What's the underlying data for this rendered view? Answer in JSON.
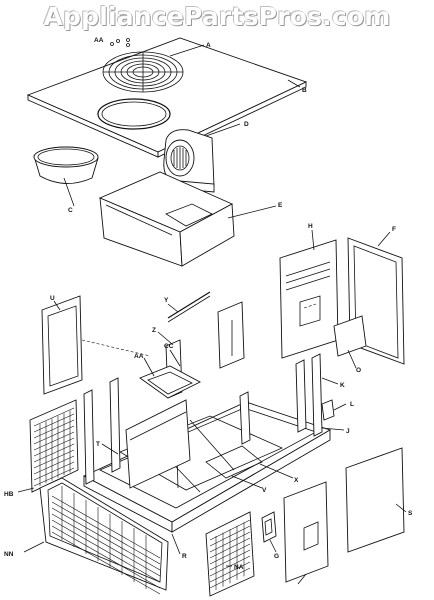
{
  "watermark": "AppliancePartsPros.com",
  "callouts": {
    "A": "A",
    "AA": "AA",
    "B": "B",
    "C": "C",
    "CC": "CC",
    "D": "D",
    "E": "E",
    "F": "F",
    "G": "G",
    "H": "H",
    "HB": "HB",
    "J": "J",
    "K": "K",
    "L": "L",
    "NA": "NA",
    "NN": "NN",
    "O": "O",
    "R": "R",
    "S": "S",
    "T": "T",
    "U": "U",
    "V": "V",
    "X": "X",
    "Y": "Y",
    "Z": "Z"
  }
}
